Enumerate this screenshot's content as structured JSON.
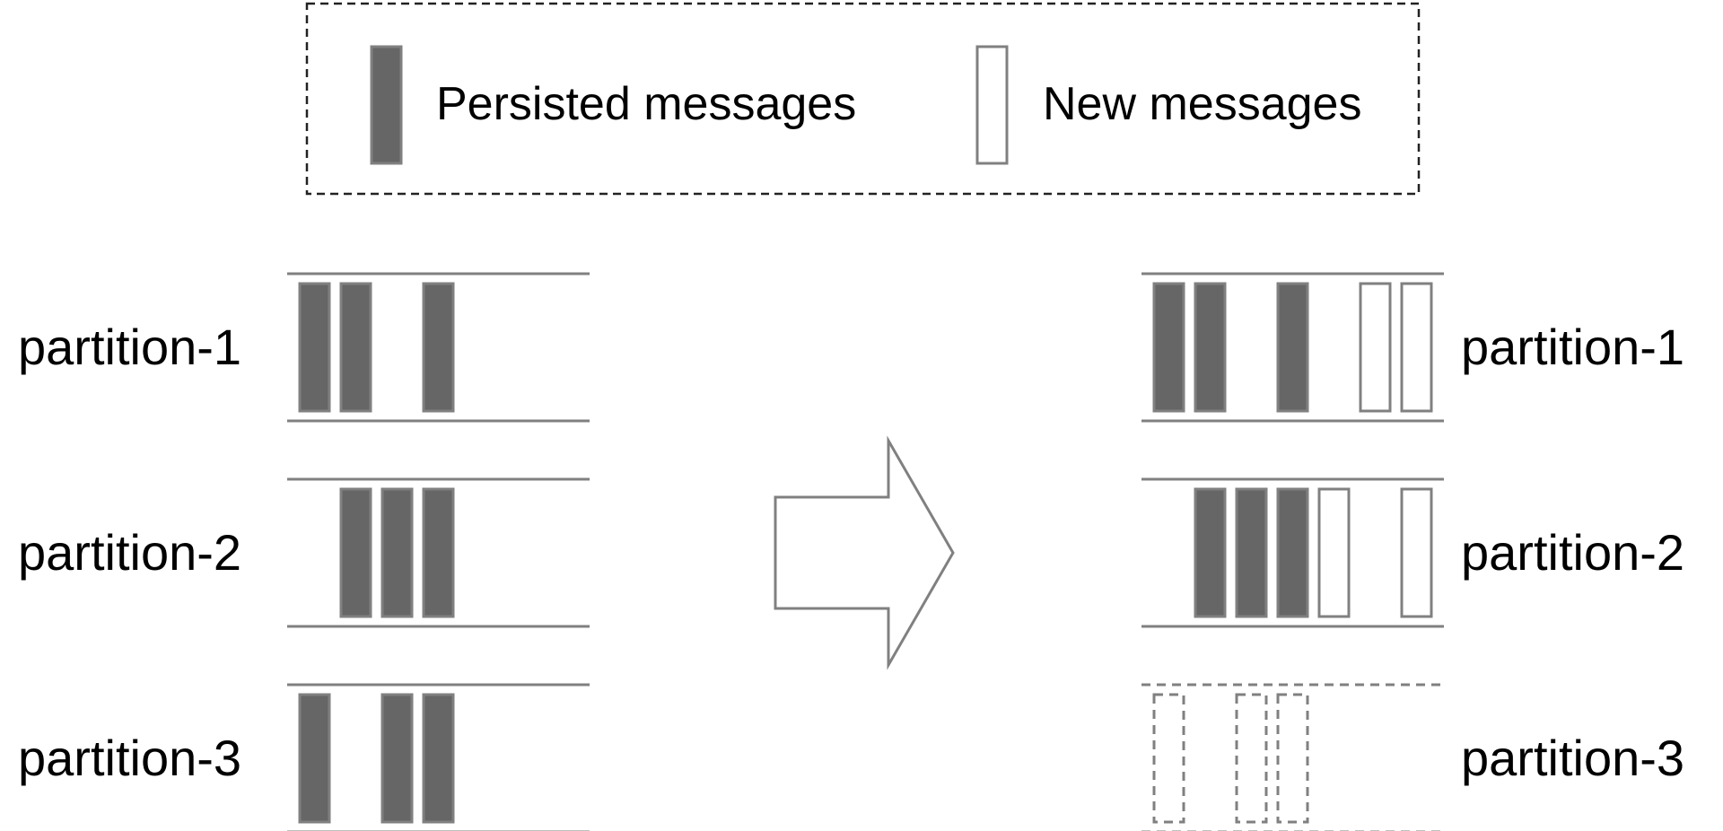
{
  "legend": {
    "persisted_label": "Persisted messages",
    "new_label": "New messages"
  },
  "colors": {
    "persisted_fill": "#666666",
    "outline": "#808080",
    "new_fill": "#ffffff",
    "legend_border": "#222222",
    "text": "#000000"
  },
  "left": {
    "partitions": [
      {
        "label": "partition-1",
        "slots": [
          "persisted",
          "persisted",
          "empty",
          "persisted",
          "empty",
          "empty",
          "empty"
        ]
      },
      {
        "label": "partition-2",
        "slots": [
          "empty",
          "persisted",
          "persisted",
          "persisted",
          "empty",
          "empty",
          "empty"
        ]
      },
      {
        "label": "partition-3",
        "slots": [
          "persisted",
          "empty",
          "persisted",
          "persisted",
          "empty",
          "empty",
          "empty"
        ]
      }
    ]
  },
  "right": {
    "partitions": [
      {
        "label": "partition-1",
        "unavailable": false,
        "slots": [
          "persisted",
          "persisted",
          "empty",
          "persisted",
          "empty",
          "new",
          "new"
        ]
      },
      {
        "label": "partition-2",
        "unavailable": false,
        "slots": [
          "empty",
          "persisted",
          "persisted",
          "persisted",
          "new",
          "empty",
          "new"
        ]
      },
      {
        "label": "partition-3",
        "unavailable": true,
        "slots": [
          "lost",
          "empty",
          "lost",
          "lost",
          "empty",
          "empty",
          "empty"
        ]
      }
    ]
  },
  "arrow": {
    "icon": "right-arrow-icon"
  }
}
